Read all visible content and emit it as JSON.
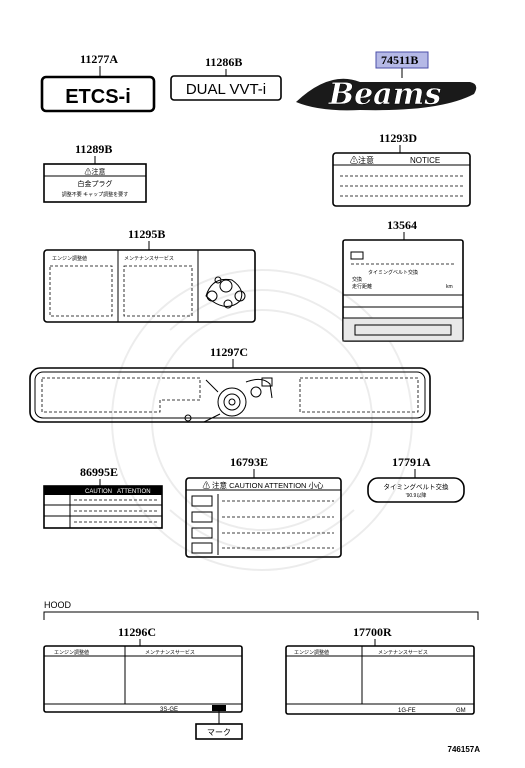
{
  "parts": {
    "p11277A": "11277A",
    "p11286B": "11286B",
    "p74511B": "74511B",
    "p11289B": "11289B",
    "p11293D": "11293D",
    "p11295B": "11295B",
    "p13564": "13564",
    "p11297C": "11297C",
    "p86995E": "86995E",
    "p16793E": "16793E",
    "p17791A": "17791A",
    "p11296C": "11296C",
    "p17700R": "17700R"
  },
  "labels": {
    "etcs": "ETCS-i",
    "dualvvt": "DUAL VVT-i",
    "beams": "Beams",
    "notice_caution": "⚠注意",
    "notice": "NOTICE",
    "p11289_caution": "⚠注意",
    "p11289_line1": "白金プラグ",
    "p11289_line2": "調整不要 キャップ調整を要す",
    "p11295_h1": "エンジン調整値",
    "p11295_h2": "メンテナンスサービス",
    "p13564_l1": "タイミングベルト交換",
    "p13564_l2": "交換",
    "p13564_l3": "走行距離",
    "p13564_l4": "km",
    "caution_small": "CAUTION",
    "attention_small": "ATTENTION",
    "p16793_header": "⚠ 注意 CAUTION ATTENTION 小心",
    "p17791_l1": "タイミングベルト交換",
    "p17791_l2": "'90.9以降",
    "hood": "HOOD",
    "p11296_h1": "エンジン調整値",
    "p11296_h2": "メンテナンスサービス",
    "p11296_engine": "3S-GE",
    "mark": "マーク",
    "p17700_h1": "エンジン調整値",
    "p17700_h2": "メンテナンスサービス",
    "p17700_engine": "1G-FE",
    "p17700_gm": "GM",
    "figure_id": "746157A"
  },
  "colors": {
    "highlight_fill": "#b5b9e6",
    "highlight_stroke": "#4b4fa8",
    "ink": "#000000"
  }
}
